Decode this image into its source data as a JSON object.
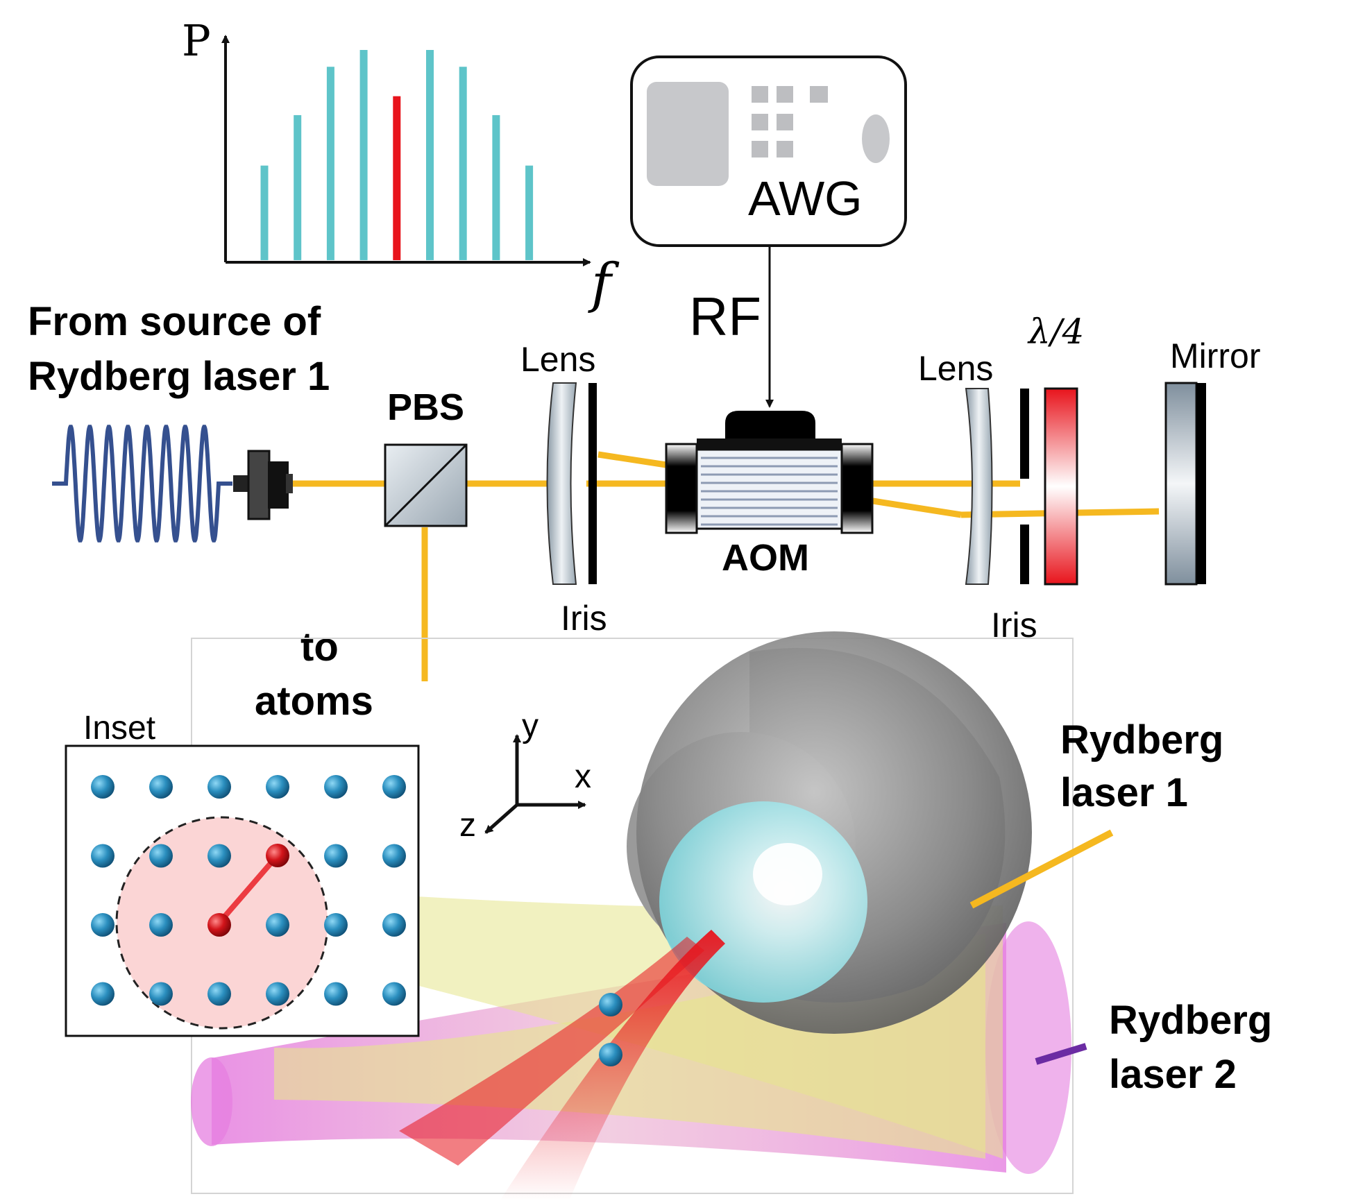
{
  "labels": {
    "spectrum_y": "P",
    "spectrum_x": "f",
    "awg": "AWG",
    "rf": "RF",
    "source_line1": "From source of",
    "source_line2": "Rydberg laser 1",
    "pbs": "PBS",
    "lens_left": "Lens",
    "iris_left": "Iris",
    "aom": "AOM",
    "lens_right": "Lens",
    "iris_right": "Iris",
    "waveplate": "λ/4",
    "mirror": "Mirror",
    "to_line1": "to",
    "to_line2": "atoms",
    "inset": "Inset",
    "axis_x": "x",
    "axis_y": "y",
    "axis_z": "z",
    "laser1_line1": "Rydberg",
    "laser1_line2": "laser 1",
    "laser2_line1": "Rydberg",
    "laser2_line2": "laser 2"
  },
  "chart_data": {
    "type": "bar",
    "x": [
      1,
      2,
      3,
      4,
      5,
      6,
      7,
      8,
      9
    ],
    "values": [
      0.45,
      0.69,
      0.92,
      1.0,
      0.78,
      1.0,
      0.92,
      0.69,
      0.45
    ],
    "highlight_index": 4,
    "xlabel": "f",
    "ylabel": "P"
  },
  "colors": {
    "beam": "#f5b820",
    "bar": "#5ec4c9",
    "bar_highlight": "#e8141c",
    "wave": "#35508f",
    "atom": "#2b8fbf",
    "rydberg_atom": "#d2141a",
    "laser2": "#d873d6",
    "laser1_tube": "#e7e89a"
  },
  "inset_grid": {
    "rows": 4,
    "cols": 6,
    "rydberg_atoms": [
      [
        1,
        3
      ],
      [
        2,
        2
      ]
    ]
  }
}
